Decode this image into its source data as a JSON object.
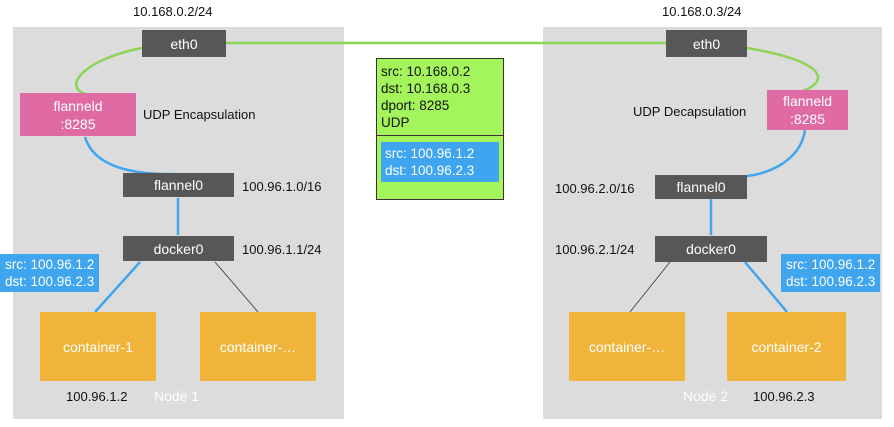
{
  "node1": {
    "name": "Node 1",
    "eth_ip": "10.168.0.2/24",
    "eth_label": "eth0",
    "flanneld_line1": "flanneld",
    "flanneld_line2": ":8285",
    "udp_label": "UDP Encapsulation",
    "flannel_label": "flannel0",
    "flannel_cidr": "100.96.1.0/16",
    "docker_label": "docker0",
    "docker_ip": "100.96.1.1/24",
    "packet_src": "src: 100.96.1.2",
    "packet_dst": "dst: 100.96.2.3",
    "container_a": "container-1",
    "container_b": "container-…",
    "container_ip": "100.96.1.2"
  },
  "node2": {
    "name": "Node 2",
    "eth_ip": "10.168.0.3/24",
    "eth_label": "eth0",
    "flanneld_line1": "flanneld",
    "flanneld_line2": ":8285",
    "udp_label": "UDP Decapsulation",
    "flannel_label": "flannel0",
    "flannel_cidr": "100.96.2.0/16",
    "docker_label": "docker0",
    "docker_ip": "100.96.2.1/24",
    "packet_src": "src: 100.96.1.2",
    "packet_dst": "dst: 100.96.2.3",
    "container_a": "container-…",
    "container_b": "container-2",
    "container_ip": "100.96.2.3"
  },
  "packet": {
    "outer_src": "src: 10.168.0.2",
    "outer_dst": "dst: 10.168.0.3",
    "outer_dport": "dport: 8285",
    "outer_proto": "UDP",
    "inner_src": "src: 100.96.1.2",
    "inner_dst": "dst: 100.96.2.3"
  },
  "colors": {
    "node_bg": "#dcdcdc",
    "device": "#575757",
    "flanneld": "#e06ba4",
    "container": "#f0b43a",
    "packet_outer": "#a4f55b",
    "packet_inner": "#3fa5ef",
    "green_wire": "#8bd454",
    "blue_wire": "#3fa5ef"
  }
}
